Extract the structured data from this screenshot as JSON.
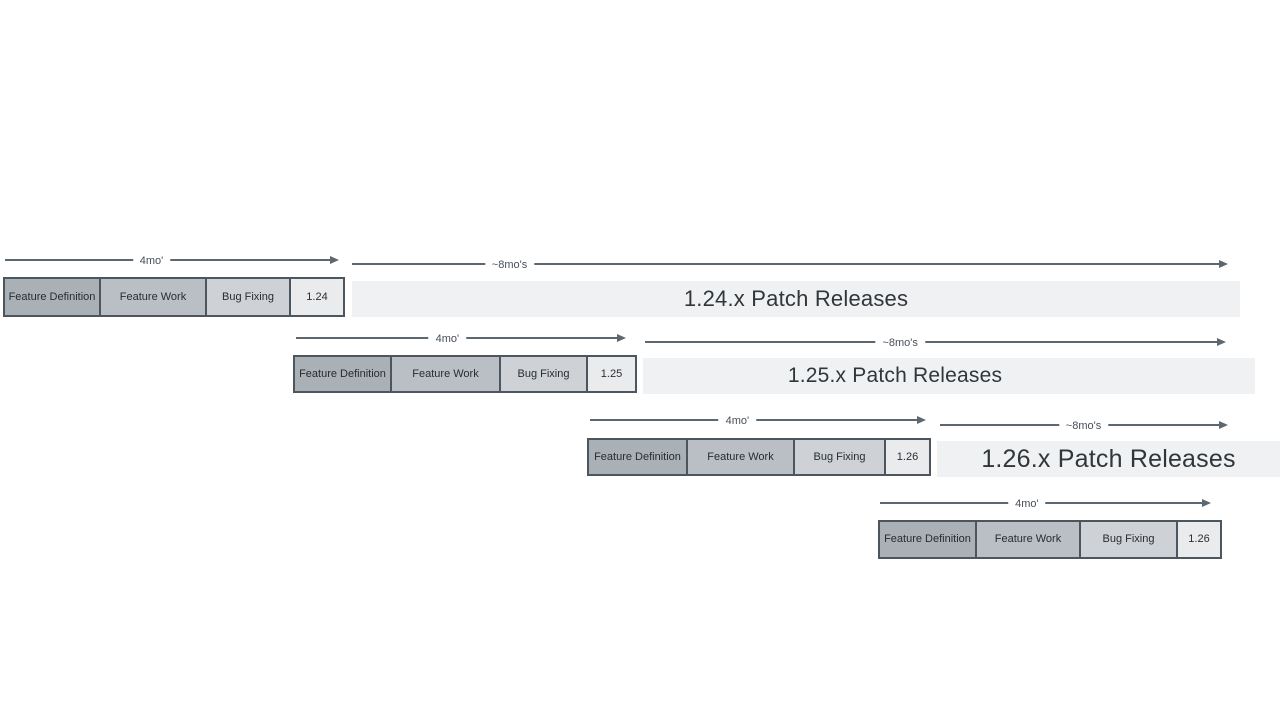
{
  "rows": [
    {
      "phases": [
        "Feature Definition",
        "Feature Work",
        "Bug Fixing"
      ],
      "version": "1.24",
      "patch_label": "1.24.x Patch Releases",
      "four_month": "4mo'",
      "eight_month": "~8mo's"
    },
    {
      "phases": [
        "Feature Definition",
        "Feature Work",
        "Bug Fixing"
      ],
      "version": "1.25",
      "patch_label": "1.25.x Patch Releases",
      "four_month": "4mo'",
      "eight_month": "~8mo's"
    },
    {
      "phases": [
        "Feature Definition",
        "Feature Work",
        "Bug Fixing"
      ],
      "version": "1.26",
      "patch_label": "1.26.x Patch Releases",
      "four_month": "4mo'",
      "eight_month": "~8mo's"
    },
    {
      "phases": [
        "Feature Definition",
        "Feature Work",
        "Bug Fixing"
      ],
      "version": "1.26",
      "four_month": "4mo'"
    }
  ],
  "colors": {
    "feature_definition_fill": "#a9b0b6",
    "feature_work_fill": "#b9bfc5",
    "bug_fixing_fill": "#ced2d6",
    "version_fill": "#e9ebed",
    "box_border": "#4d565f",
    "patch_bar_fill": "#eff1f3",
    "arrow": "#5d6770"
  }
}
